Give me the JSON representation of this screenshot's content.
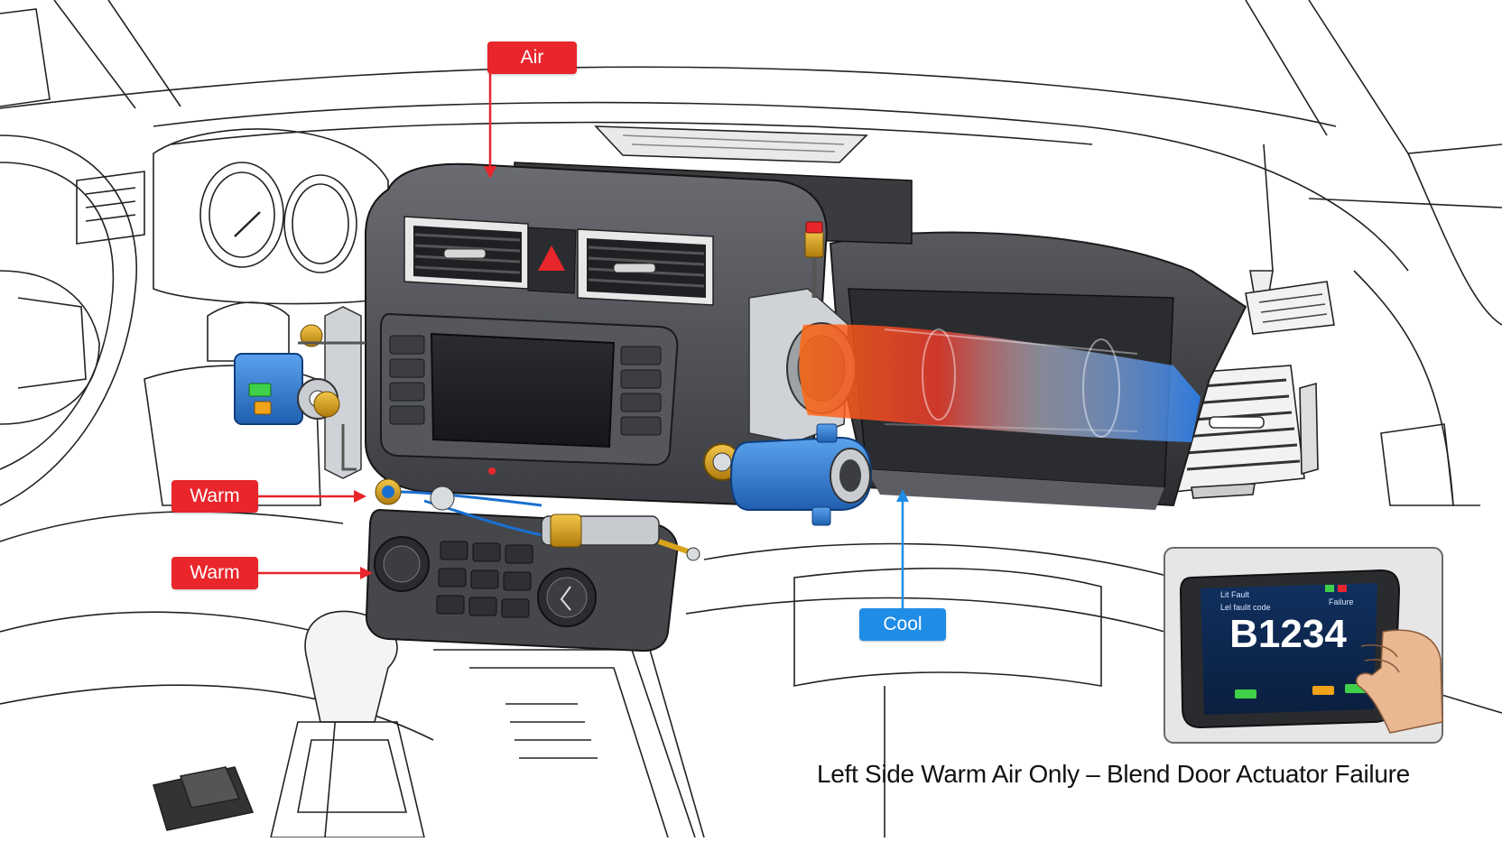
{
  "labels": {
    "air": "Air",
    "warm_upper": "Warm",
    "warm_lower": "Warm",
    "cool": "Cool"
  },
  "caption": "Left Side Warm Air Only – Blend Door Actuator Failure",
  "scanner": {
    "code": "B1234",
    "header_left": "Lit Fault",
    "header_sub": "Lel faulit code",
    "header_right": "Failure"
  },
  "colors": {
    "label_red": "#e8262b",
    "label_blue": "#1f8de6",
    "warm_air": "#ff5a1f",
    "cool_air": "#3c8cff",
    "actuator_blue": "#2f7fd6",
    "fitting_gold": "#d9a21b",
    "dash_gray": "#4b4d52",
    "line_art": "#222222"
  },
  "icons": {
    "hazard": "hazard-triangle-icon",
    "hand": "hand-icon"
  }
}
